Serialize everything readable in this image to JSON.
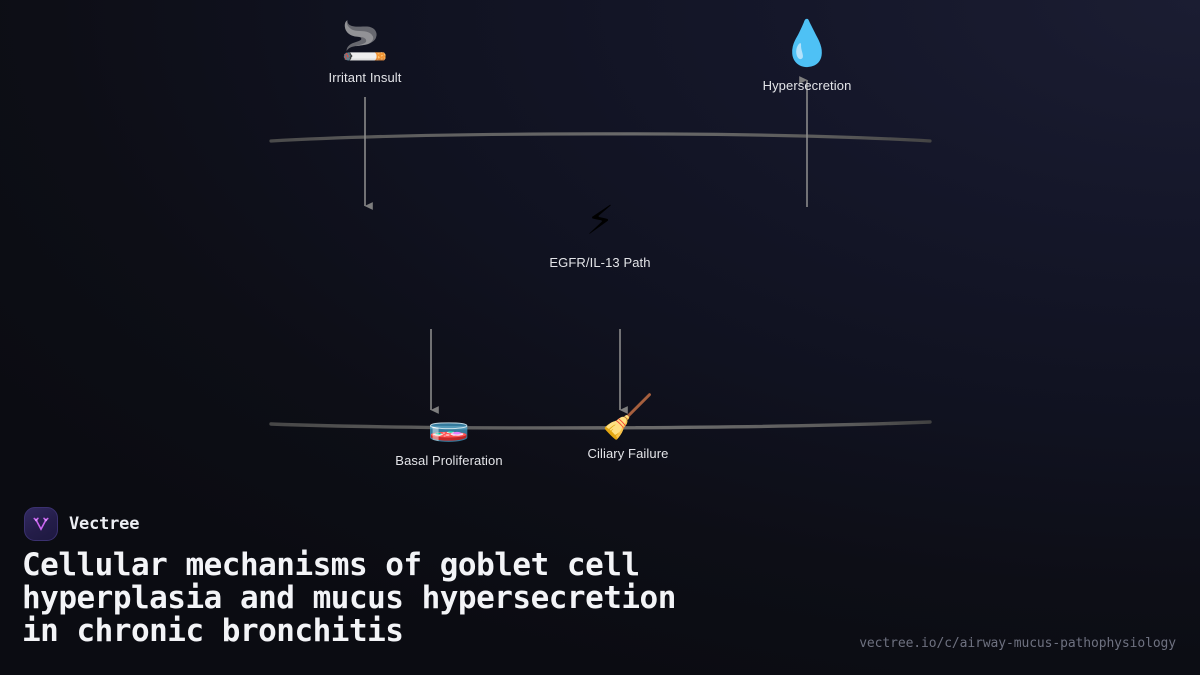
{
  "brand": {
    "name": "Vectree",
    "logo_icon": "vectree-v-tree-icon",
    "badge_color": "#2a2357",
    "glyph_color": "#c964f0"
  },
  "headline": "Cellular mechanisms of goblet cell\nhyperplasia and mucus hypersecretion\nin chronic bronchitis",
  "footer_url": "vectree.io/c/airway-mucus-pathophysiology",
  "diagram": {
    "background_gradient_from": "#1b1d32",
    "background_gradient_to": "#0b0c12",
    "branch_color": "#5c5c5c",
    "connector_color": "#8a8a8a",
    "nodes": [
      {
        "id": "irritant",
        "label": "Irritant Insult",
        "icon": "cigarette-icon",
        "emoji": "🚬"
      },
      {
        "id": "hypersecretion",
        "label": "Hypersecretion",
        "icon": "droplet-icon",
        "emoji": "💧"
      },
      {
        "id": "egfr",
        "label": "EGFR/IL-13 Path",
        "icon": "lightning-icon",
        "emoji": "⚡"
      },
      {
        "id": "basal",
        "label": "Basal Proliferation",
        "icon": "petri-dish-icon",
        "emoji": "🧫"
      },
      {
        "id": "ciliary",
        "label": "Ciliary Failure",
        "icon": "broom-icon",
        "emoji": "🧹"
      }
    ]
  }
}
